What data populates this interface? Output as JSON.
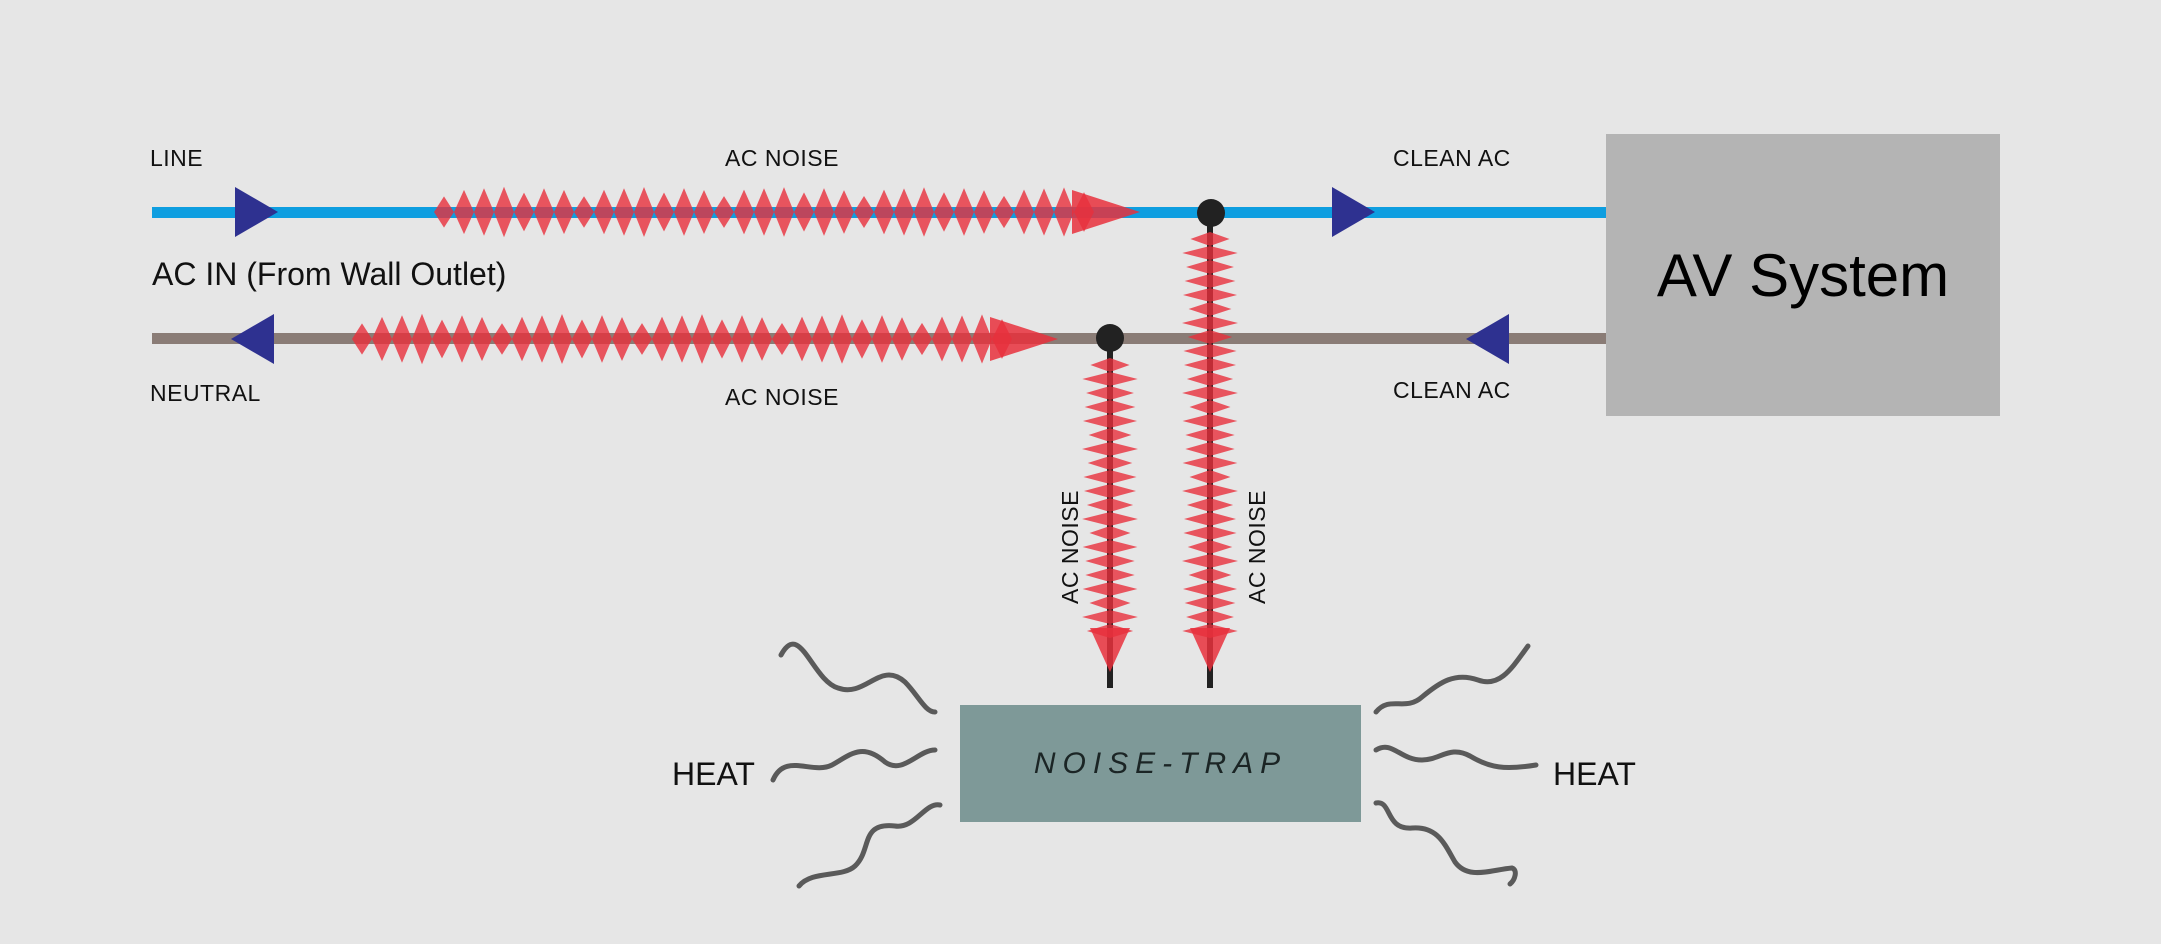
{
  "labels": {
    "line": "LINE",
    "neutral": "NEUTRAL",
    "ac_in": "AC IN (From Wall Outlet)",
    "ac_noise_top": "AC NOISE",
    "ac_noise_bottom": "AC NOISE",
    "clean_ac_top": "CLEAN AC",
    "clean_ac_bottom": "CLEAN AC",
    "av_system": "AV System",
    "noise_trap": "NOISE-TRAP",
    "ac_noise_vert_left": "AC NOISE",
    "ac_noise_vert_right": "AC NOISE",
    "heat_left": "HEAT",
    "heat_right": "HEAT"
  },
  "colors": {
    "background": "#e6e6e6",
    "line_wire": "#0e9ee0",
    "neutral_wire": "#8a7c76",
    "arrow": "#2e3190",
    "noise": "#e8303c",
    "node": "#222222",
    "heat_wave": "#5a5a5a",
    "av_box": "#b4b4b4",
    "noise_trap_box": "#7e9998"
  },
  "icons": {
    "flow_arrow": "triangle-arrow-icon",
    "junction": "junction-dot-icon",
    "heat": "heat-wave-icon",
    "noise": "noise-spike-icon"
  }
}
